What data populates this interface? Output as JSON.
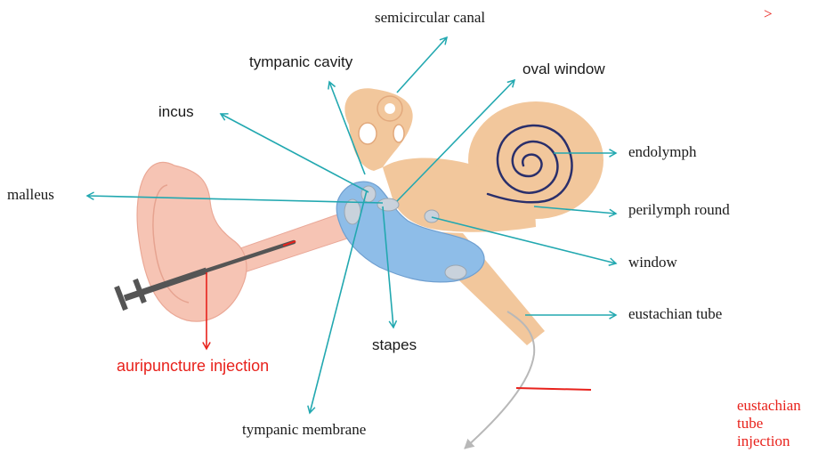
{
  "colors": {
    "arrow": "#22a8b0",
    "red": "#e8221c",
    "outer_ear": "#f6c4b4",
    "inner_ear": "#f2c79c",
    "tympanic": "#8ebde8",
    "ossicle": "#c9d2dc"
  },
  "labels": {
    "semicircular_canal": "semicircular canal",
    "tympanic_cavity": "tympanic cavity",
    "oval_window": "oval window",
    "incus": "incus",
    "malleus": "malleus",
    "endolymph": "endolymph",
    "perilymph_round": "perilymph round",
    "window": "window",
    "eustachian_tube": "eustachian tube",
    "stapes": "stapes",
    "auripuncture_injection": "auripuncture injection",
    "tympanic_membrane": "tympanic membrane",
    "eustachian_tube_injection": "eustachian tube injection",
    "corner_mark": ">"
  }
}
